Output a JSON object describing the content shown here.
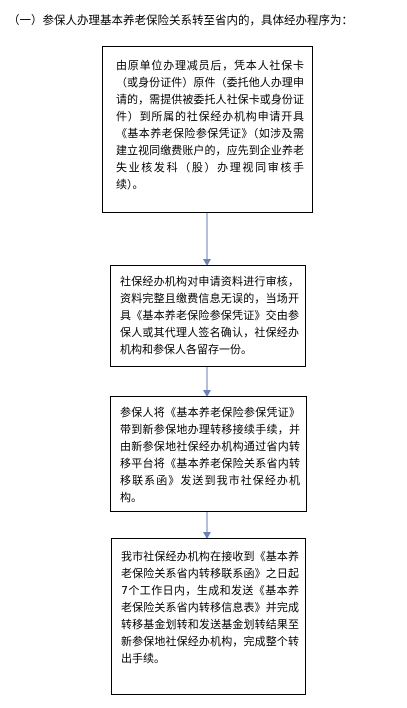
{
  "title": "（一）参保人办理基本养老保险关系转至省内的，具体经办程序为：",
  "colors": {
    "text": "#000000",
    "border": "#000000",
    "arrow": "#6a82b5",
    "background": "#ffffff"
  },
  "steps": [
    {
      "text": "由原单位办理减员后，凭本人社保卡（或身份证件）原件（委托他人办理申请的，需提供被委托人社保卡或身份证件）到所属的社保经办机构申请开具《基本养老保险参保凭证》（如涉及需建立视同缴费账户的，应先到企业养老失业核发科（股）办理视同审核手续）。"
    },
    {
      "text": "社保经办机构对申请资料进行审核，资料完整且缴费信息无误的，当场开具《基本养老保险参保凭证》交由参保人或其代理人签名确认，社保经办机构和参保人各留存一份。"
    },
    {
      "text": "参保人将《基本养老保险参保凭证》带到新参保地办理转移接续手续，并由新参保地社保经办机构通过省内转移平台将《基本养老保险关系省内转移联系函》发送到我市社保经办机构。"
    },
    {
      "text": "我市社保经办机构在接收到《基本养老保险关系省内转移联系函》之日起7个工作日内，生成和发送《基本养老保险关系省内转移信息表》并完成转移基金划转和发送基金划转结果至新参保地社保经办机构，完成整个转出手续。"
    }
  ]
}
